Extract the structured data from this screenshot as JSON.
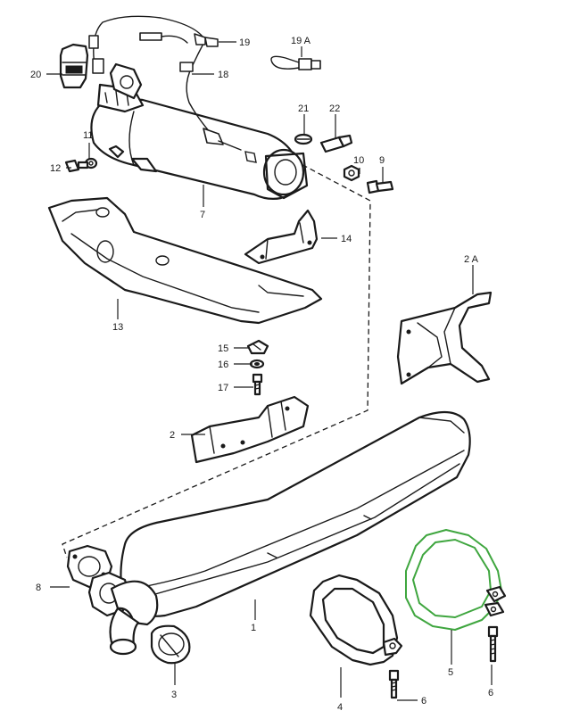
{
  "callouts": [
    {
      "id": "c1",
      "text": "1"
    },
    {
      "id": "c2",
      "text": "2"
    },
    {
      "id": "c2a",
      "text": "2 A"
    },
    {
      "id": "c3",
      "text": "3"
    },
    {
      "id": "c4",
      "text": "4"
    },
    {
      "id": "c5",
      "text": "5"
    },
    {
      "id": "c6a",
      "text": "6"
    },
    {
      "id": "c6b",
      "text": "6"
    },
    {
      "id": "c7",
      "text": "7"
    },
    {
      "id": "c8",
      "text": "8"
    },
    {
      "id": "c9",
      "text": "9"
    },
    {
      "id": "c10",
      "text": "10"
    },
    {
      "id": "c11",
      "text": "11"
    },
    {
      "id": "c12",
      "text": "12"
    },
    {
      "id": "c13",
      "text": "13"
    },
    {
      "id": "c14",
      "text": "14"
    },
    {
      "id": "c15",
      "text": "15"
    },
    {
      "id": "c16",
      "text": "16"
    },
    {
      "id": "c17",
      "text": "17"
    },
    {
      "id": "c18",
      "text": "18"
    },
    {
      "id": "c19",
      "text": "19"
    },
    {
      "id": "c19a",
      "text": "19 A"
    },
    {
      "id": "c20",
      "text": "20"
    },
    {
      "id": "c21",
      "text": "21"
    },
    {
      "id": "c22",
      "text": "22"
    }
  ],
  "highlight": {
    "part": "5",
    "color": "#3fa63f"
  }
}
